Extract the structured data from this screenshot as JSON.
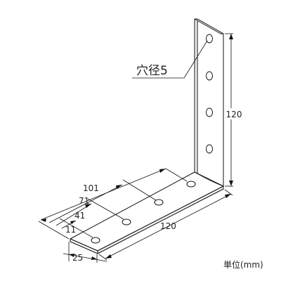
{
  "diagram": {
    "hole_label": "穴径5",
    "height_label": "120",
    "length_label": "120",
    "width_label": "25",
    "hole_positions": [
      "101",
      "71",
      "41",
      "11"
    ],
    "unit_label": "単位(mm)"
  }
}
